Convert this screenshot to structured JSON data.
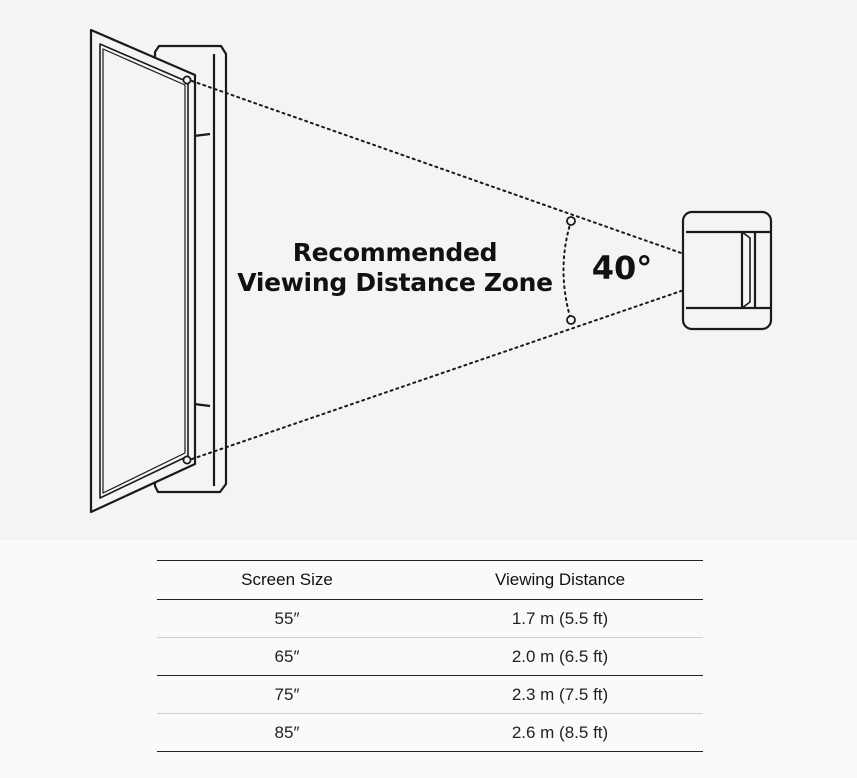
{
  "diagram": {
    "zone_label_line1": "Recommended",
    "zone_label_line2": "Viewing Distance Zone",
    "angle_label": "40°"
  },
  "table": {
    "headers": [
      "Screen Size",
      "Viewing Distance"
    ],
    "rows": [
      {
        "size": "55″",
        "distance": "1.7 m (5.5 ft)"
      },
      {
        "size": "65″",
        "distance": "2.0 m (6.5 ft)"
      },
      {
        "size": "75″",
        "distance": "2.3 m (7.5 ft)"
      },
      {
        "size": "85″",
        "distance": "2.6 m (8.5 ft)"
      }
    ]
  },
  "colors": {
    "line": "#1a1a1a",
    "background": "#f4f4f4",
    "table_background": "#fafafa"
  },
  "icons": [
    "tv-icon",
    "armchair-icon"
  ]
}
